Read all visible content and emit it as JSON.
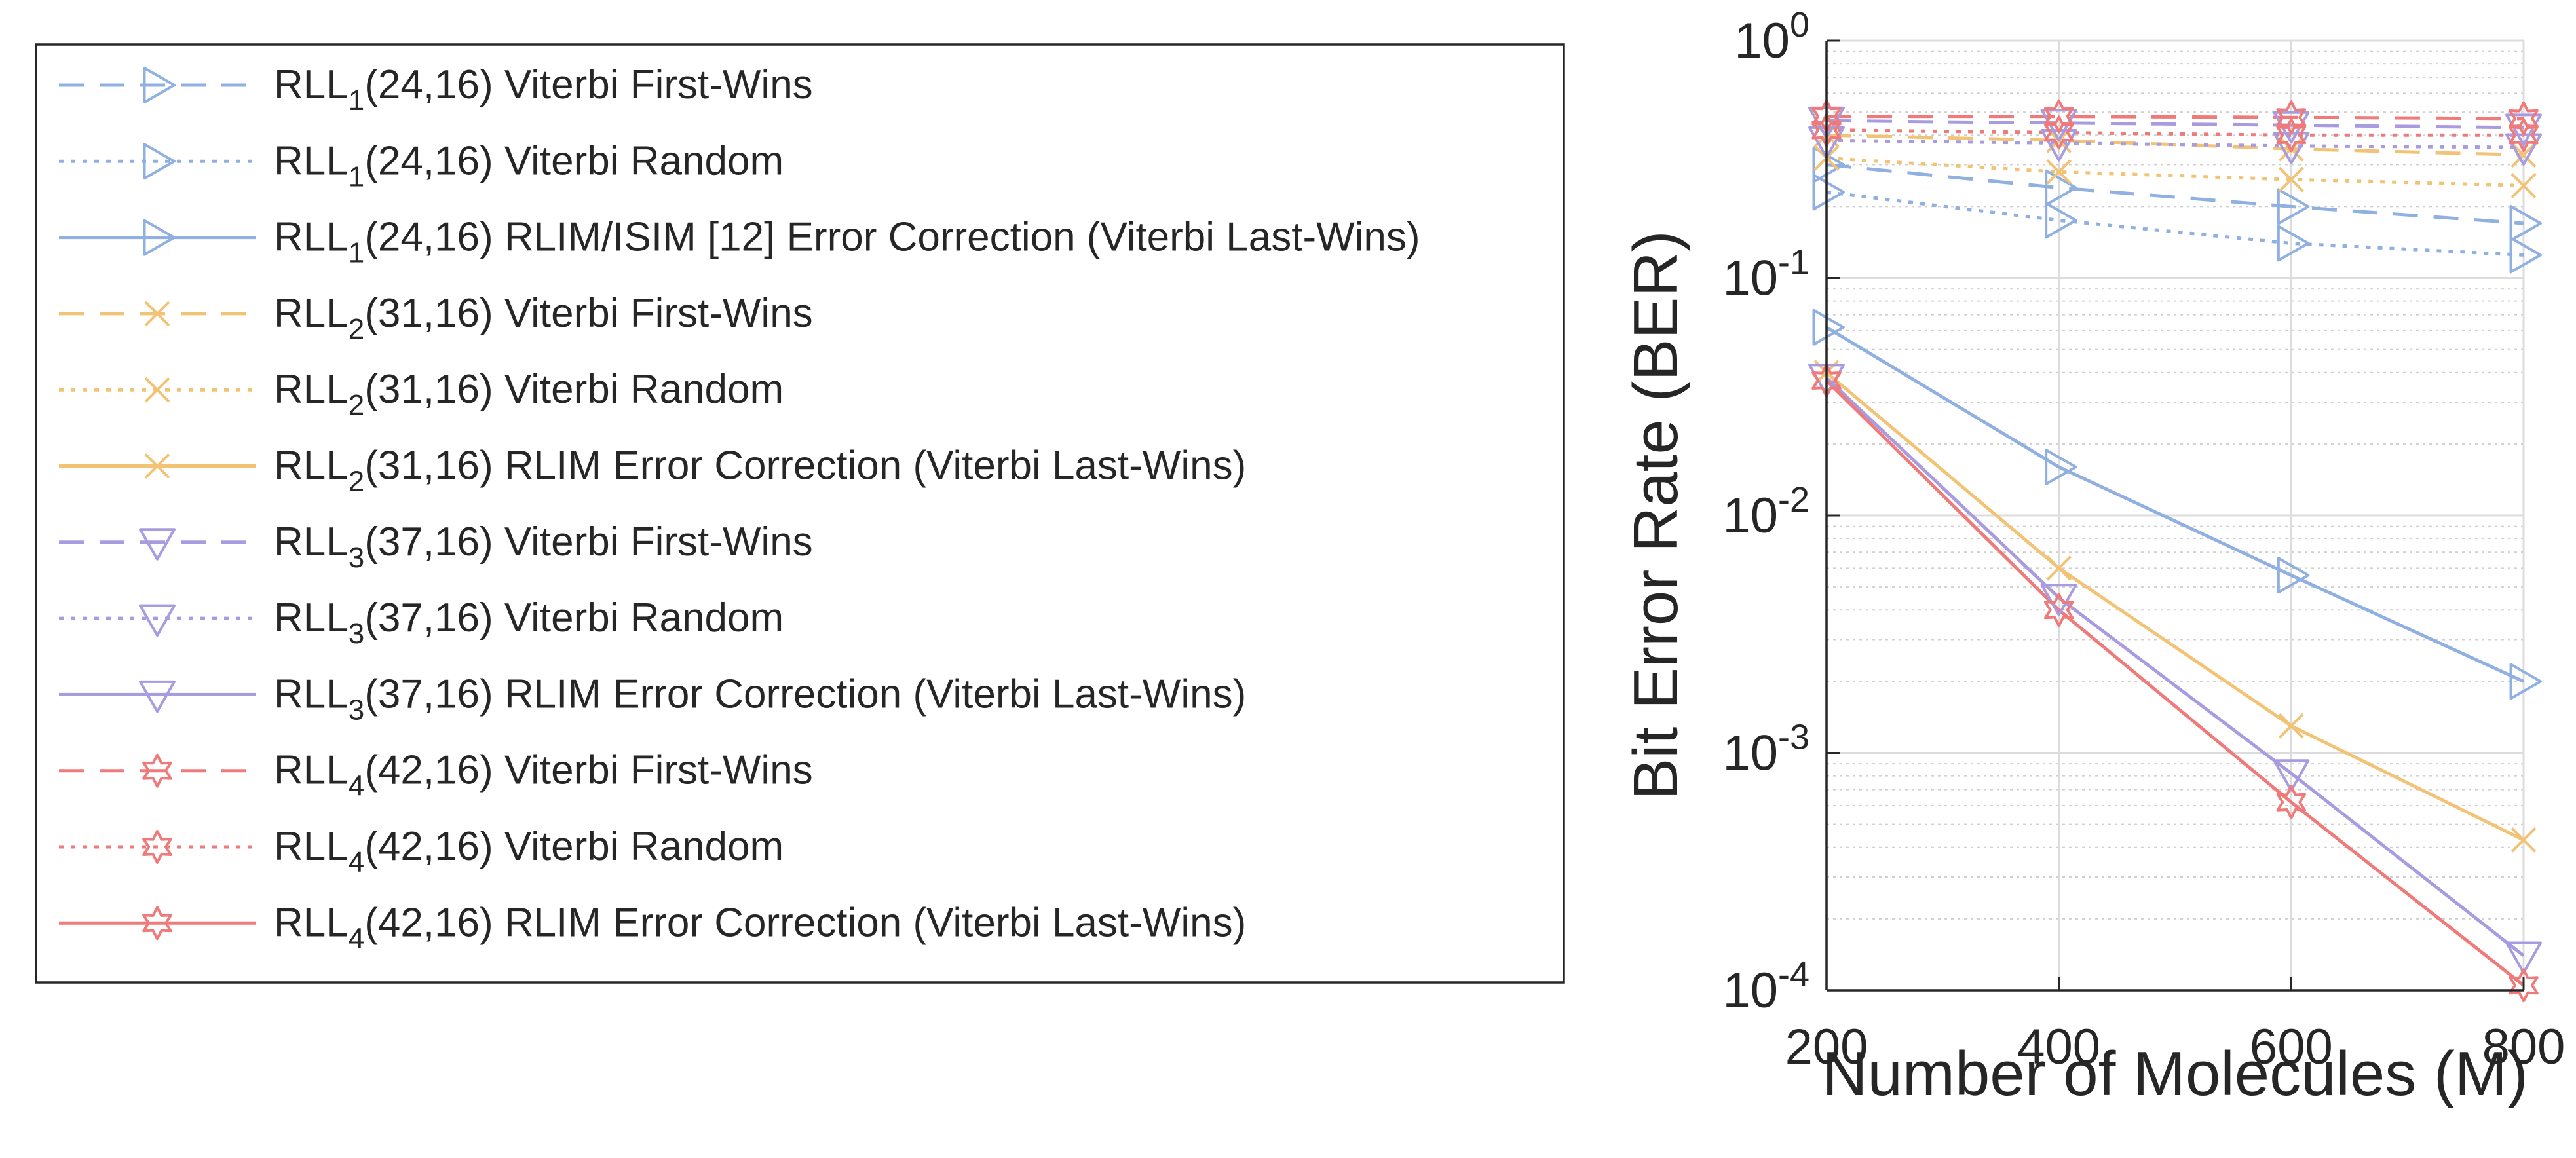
{
  "chart_data": {
    "type": "line",
    "title": "",
    "xlabel": "Number of Molecules (M)",
    "ylabel": "Bit Error Rate (BER)",
    "x": [
      200,
      400,
      600,
      800
    ],
    "xlim": [
      200,
      800
    ],
    "ylim": [
      0.0001,
      1
    ],
    "yscale": "log",
    "x_ticks": [
      "200",
      "400",
      "600",
      "800"
    ],
    "y_ticks": [
      {
        "base": "10",
        "exp": "0"
      },
      {
        "base": "10",
        "exp": "-1"
      },
      {
        "base": "10",
        "exp": "-2"
      },
      {
        "base": "10",
        "exp": "-3"
      },
      {
        "base": "10",
        "exp": "-4"
      }
    ],
    "grid": true,
    "minor_grid": true,
    "legend_position": "left, outside plot",
    "series": [
      {
        "name": "RLL1(24,16) Viterbi First-Wins",
        "label": {
          "pre": "RLL",
          "sub": "1",
          "post": "(24,16) Viterbi First-Wins"
        },
        "color": "#8fb0e0",
        "dash": "dashed",
        "marker": "triangle-right",
        "values": [
          0.3,
          0.24,
          0.2,
          0.17
        ]
      },
      {
        "name": "RLL1(24,16) Viterbi Random",
        "label": {
          "pre": "RLL",
          "sub": "1",
          "post": "(24,16) Viterbi Random"
        },
        "color": "#8fb0e0",
        "dash": "dotted",
        "marker": "triangle-right",
        "values": [
          0.23,
          0.175,
          0.14,
          0.125
        ]
      },
      {
        "name": "RLL1(24,16) RLIM/ISIM [12] Error Correction (Viterbi Last-Wins)",
        "label": {
          "pre": "RLL",
          "sub": "1",
          "post": "(24,16) RLIM/ISIM [12] Error Correction (Viterbi Last-Wins)"
        },
        "color": "#8fb0e0",
        "dash": "solid",
        "marker": "triangle-right",
        "values": [
          0.062,
          0.016,
          0.0056,
          0.002
        ]
      },
      {
        "name": "RLL2(31,16) Viterbi First-Wins",
        "label": {
          "pre": "RLL",
          "sub": "2",
          "post": "(31,16) Viterbi First-Wins"
        },
        "color": "#f2c375",
        "dash": "dashed",
        "marker": "x",
        "values": [
          0.4,
          0.38,
          0.35,
          0.33
        ]
      },
      {
        "name": "RLL2(31,16) Viterbi Random",
        "label": {
          "pre": "RLL",
          "sub": "2",
          "post": "(31,16) Viterbi Random"
        },
        "color": "#f2c375",
        "dash": "dotted",
        "marker": "x",
        "values": [
          0.32,
          0.28,
          0.26,
          0.245
        ]
      },
      {
        "name": "RLL2(31,16) RLIM Error Correction (Viterbi Last-Wins)",
        "label": {
          "pre": "RLL",
          "sub": "2",
          "post": "(31,16) RLIM Error Correction (Viterbi Last-Wins)"
        },
        "color": "#f2c375",
        "dash": "solid",
        "marker": "x",
        "values": [
          0.04,
          0.006,
          0.0013,
          0.00043
        ]
      },
      {
        "name": "RLL3(37,16) Viterbi First-Wins",
        "label": {
          "pre": "RLL",
          "sub": "3",
          "post": "(37,16) Viterbi First-Wins"
        },
        "color": "#a99be0",
        "dash": "dashed",
        "marker": "triangle-down",
        "values": [
          0.46,
          0.45,
          0.44,
          0.43
        ]
      },
      {
        "name": "RLL3(37,16) Viterbi Random",
        "label": {
          "pre": "RLL",
          "sub": "3",
          "post": "(37,16) Viterbi Random"
        },
        "color": "#a99be0",
        "dash": "dotted",
        "marker": "triangle-down",
        "values": [
          0.38,
          0.37,
          0.36,
          0.355
        ]
      },
      {
        "name": "RLL3(37,16) RLIM Error Correction (Viterbi Last-Wins)",
        "label": {
          "pre": "RLL",
          "sub": "3",
          "post": "(37,16) RLIM Error Correction (Viterbi Last-Wins)"
        },
        "color": "#a99be0",
        "dash": "solid",
        "marker": "triangle-down",
        "values": [
          0.038,
          0.0045,
          0.00082,
          0.00014
        ]
      },
      {
        "name": "RLL4(42,16) Viterbi First-Wins",
        "label": {
          "pre": "RLL",
          "sub": "4",
          "post": "(42,16) Viterbi First-Wins"
        },
        "color": "#f07a7a",
        "dash": "dashed",
        "marker": "hexagram",
        "values": [
          0.48,
          0.48,
          0.475,
          0.47
        ]
      },
      {
        "name": "RLL4(42,16) Viterbi Random",
        "label": {
          "pre": "RLL",
          "sub": "4",
          "post": "(42,16) Viterbi Random"
        },
        "color": "#f07a7a",
        "dash": "dotted",
        "marker": "hexagram",
        "values": [
          0.42,
          0.41,
          0.4,
          0.4
        ]
      },
      {
        "name": "RLL4(42,16) RLIM Error Correction (Viterbi Last-Wins)",
        "label": {
          "pre": "RLL",
          "sub": "4",
          "post": "(42,16) RLIM Error Correction (Viterbi Last-Wins)"
        },
        "color": "#f07a7a",
        "dash": "solid",
        "marker": "hexagram",
        "values": [
          0.037,
          0.004,
          0.00062,
          0.000105
        ]
      }
    ]
  }
}
